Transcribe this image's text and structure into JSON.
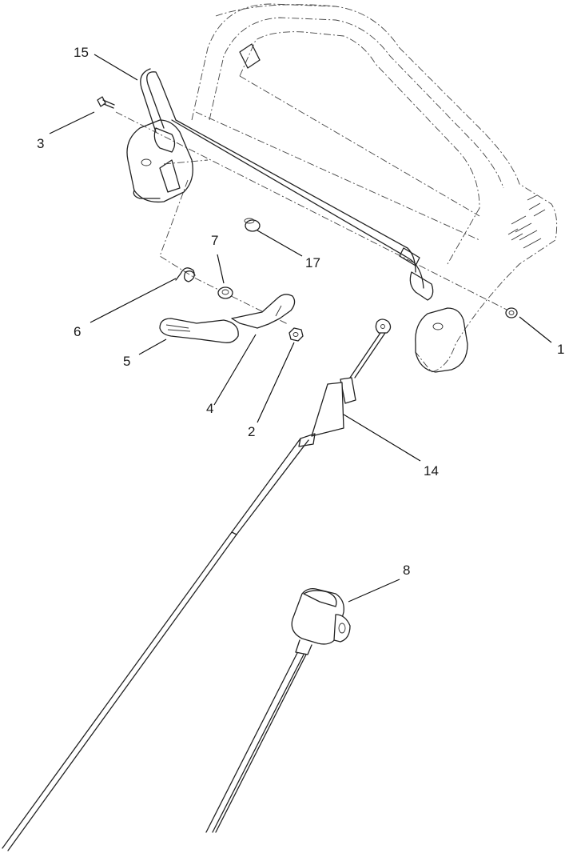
{
  "callouts": {
    "c1": "1",
    "c2": "2",
    "c3": "3",
    "c4": "4",
    "c5": "5",
    "c6": "6",
    "c7": "7",
    "c8": "8",
    "c14": "14",
    "c15": "15",
    "c17": "17"
  }
}
